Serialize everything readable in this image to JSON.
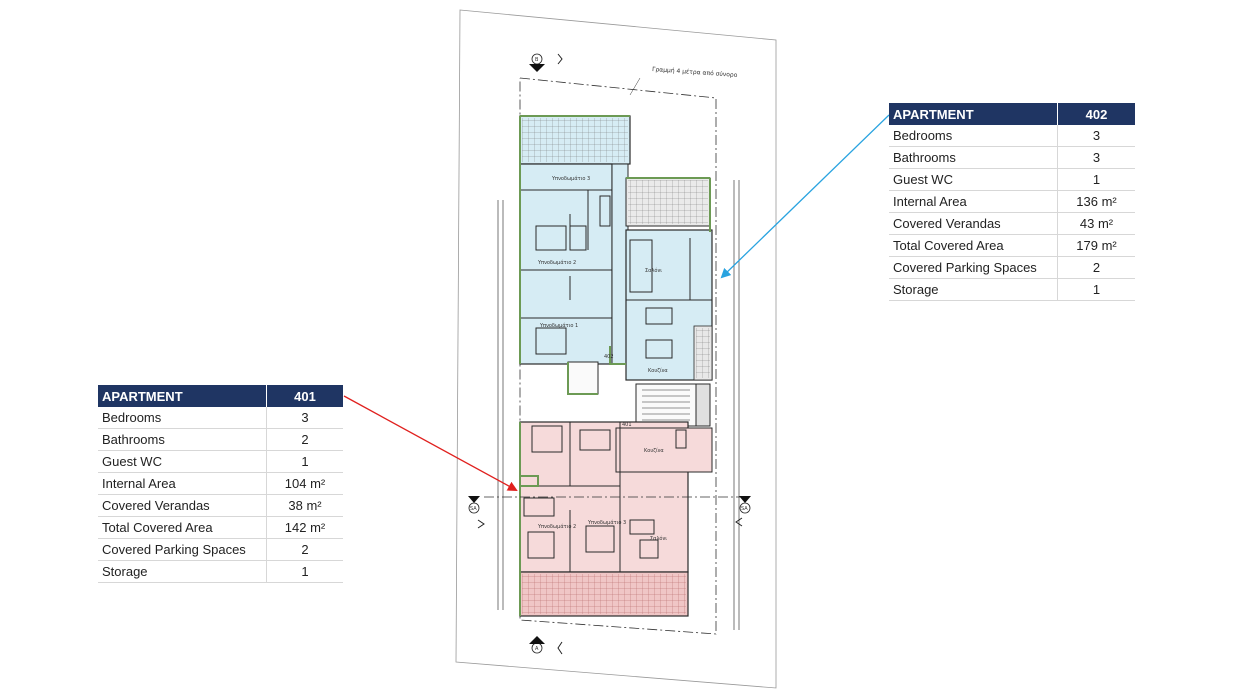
{
  "plan": {
    "boundary_note": "Γραμμή 4 μέτρα από σύνορο",
    "marker_top": "B",
    "marker_bottom": "A",
    "marker_left": "SA",
    "marker_right": "SA",
    "unit_upper": "402",
    "unit_lower": "401",
    "rooms_upper": [
      "Υπνοδωμάτιο 3",
      "Υπνοδωμάτιο 2",
      "Υπνοδωμάτιο 1",
      "Σαλόνι",
      "Κουζίνα"
    ],
    "rooms_lower": [
      "Κουζίνα",
      "Υπνοδωμάτιο 2",
      "Υπνοδωμάτιο 3",
      "Σαλόνι"
    ],
    "colors": {
      "apartment_402": "#d6ecf4",
      "apartment_401": "#f6dada",
      "arrow_401": "#e0201e",
      "arrow_402": "#29a3e0",
      "header": "#1f3563"
    }
  },
  "apartments": [
    {
      "header_label": "APARTMENT",
      "number": "401",
      "rows": [
        {
          "label": "Bedrooms",
          "value": "3"
        },
        {
          "label": "Bathrooms",
          "value": "2"
        },
        {
          "label": "Guest WC",
          "value": "1"
        },
        {
          "label": "Internal Area",
          "value": "104 m²"
        },
        {
          "label": "Covered Verandas",
          "value": "38 m²"
        },
        {
          "label": "Total Covered Area",
          "value": "142 m²"
        },
        {
          "label": "Covered Parking Spaces",
          "value": "2"
        },
        {
          "label": "Storage",
          "value": "1"
        }
      ]
    },
    {
      "header_label": "APARTMENT",
      "number": "402",
      "rows": [
        {
          "label": "Bedrooms",
          "value": "3"
        },
        {
          "label": "Bathrooms",
          "value": "3"
        },
        {
          "label": "Guest WC",
          "value": "1"
        },
        {
          "label": "Internal Area",
          "value": "136 m²"
        },
        {
          "label": "Covered Verandas",
          "value": "43 m²"
        },
        {
          "label": "Total Covered Area",
          "value": "179 m²"
        },
        {
          "label": "Covered Parking Spaces",
          "value": "2"
        },
        {
          "label": "Storage",
          "value": "1"
        }
      ]
    }
  ]
}
